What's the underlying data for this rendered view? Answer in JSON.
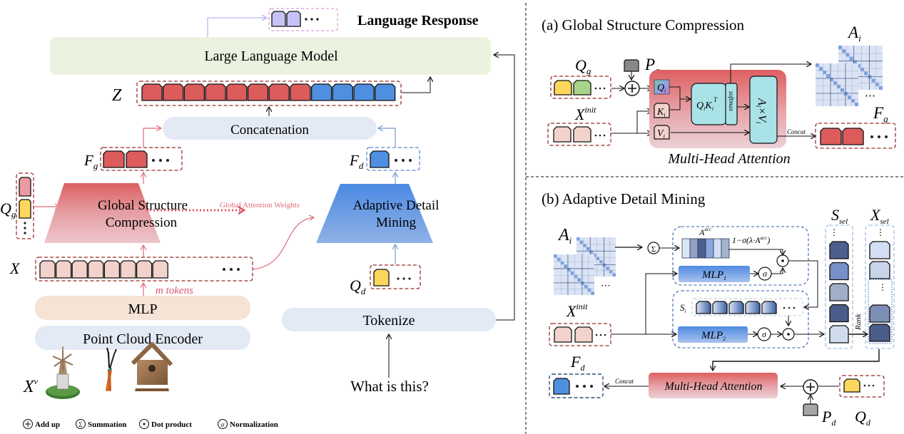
{
  "left": {
    "language_response": "Language Response",
    "llm": "Large Language Model",
    "z_label": "Z",
    "concatenation": "Concatenation",
    "fg_label": "F",
    "fg_sub": "g",
    "fd_label": "F",
    "fd_sub": "d",
    "qg_label": "Q",
    "qg_sub": "g",
    "gsc_line1": "Global Structure",
    "gsc_line2": "Compression",
    "adm_line1": "Adaptive Detail",
    "adm_line2": "Mining",
    "global_attention_weights": "Global Attention Weights",
    "x_label": "X",
    "m_tokens": "m tokens",
    "qd_label": "Q",
    "qd_sub": "d",
    "mlp": "MLP",
    "point_cloud_encoder": "Point Cloud Encoder",
    "tokenize": "Tokenize",
    "xv_label": "X",
    "xv_sup": "v",
    "question": "What is this?",
    "objects": [
      "windmill",
      "hedge-shears",
      "birdhouse"
    ]
  },
  "legend": [
    {
      "symbol": "+",
      "label": "Add up",
      "icon": "add-icon"
    },
    {
      "symbol": "Σ",
      "label": "Summation",
      "icon": "summation-icon"
    },
    {
      "symbol": "•",
      "label": "Dot product",
      "icon": "dot-product-icon"
    },
    {
      "symbol": "σ",
      "label": "Normalization",
      "icon": "normalization-icon"
    }
  ],
  "panel_a": {
    "title": "(a) Global Structure Compression",
    "qg_label": "Q",
    "qg_sub": "g",
    "pg_label": "P",
    "pg_sub": "g",
    "xinit_label": "X",
    "xinit_sup": "init",
    "qi": "Q",
    "ki": "K",
    "vi": "V",
    "i_sub": "i",
    "qk_label": "Q",
    "qk_k": "K",
    "qk_sup": "T",
    "softmax": "softmax",
    "av_label": "A",
    "av_times": "×V",
    "concat": "Concat",
    "ai_label": "A",
    "ai_sub": "i",
    "fg_label": "F",
    "fg_sub": "g",
    "mha": "Multi-Head Attention"
  },
  "panel_b": {
    "title": "(b) Adaptive Detail Mining",
    "ai_label": "A",
    "ai_sub": "i",
    "xinit_label": "X",
    "xinit_sup": "init",
    "aacc_label": "A",
    "aacc_sup": "acc",
    "formula": "1−σ(λ·A",
    "formula_sup": "acc",
    "formula_end": ")",
    "mlp1": "MLP",
    "mlp1_sub": "1",
    "mlp2": "MLP",
    "mlp2_sub": "2",
    "si_label": "S",
    "si_sub": "i",
    "ssel_label": "S",
    "ssel_sub": "sel",
    "xsel_label": "X",
    "xsel_sub": "sel",
    "rank": "Rank",
    "mha": "Multi-Head Attention",
    "concat": "Concat",
    "fd_label": "F",
    "fd_sub": "d",
    "pd_label": "P",
    "pd_sub": "d",
    "qd_label": "Q",
    "qd_sub": "d",
    "sigma": "σ",
    "sum": "Σ"
  },
  "colors": {
    "red_token": "#dc5c5c",
    "blue_token": "#4f8fe0",
    "lavender_token": "#c5c3f5",
    "peach_token": "#f2d3cc",
    "yellow_token": "#fcd75c",
    "pink_token": "#ee9aa2",
    "green_token": "#a8d48a",
    "gray_token": "#a6a6a6",
    "llm_bg": "#ebf3e0",
    "concat_bg": "#e3eaf6",
    "mlp_bg": "#f5e3d5",
    "encoder_bg": "#e3eaf6",
    "dark_red_dash": "#9b2b2b",
    "blue_dash": "#2f5fa7",
    "attention_cyan": "#a9e3e8"
  }
}
